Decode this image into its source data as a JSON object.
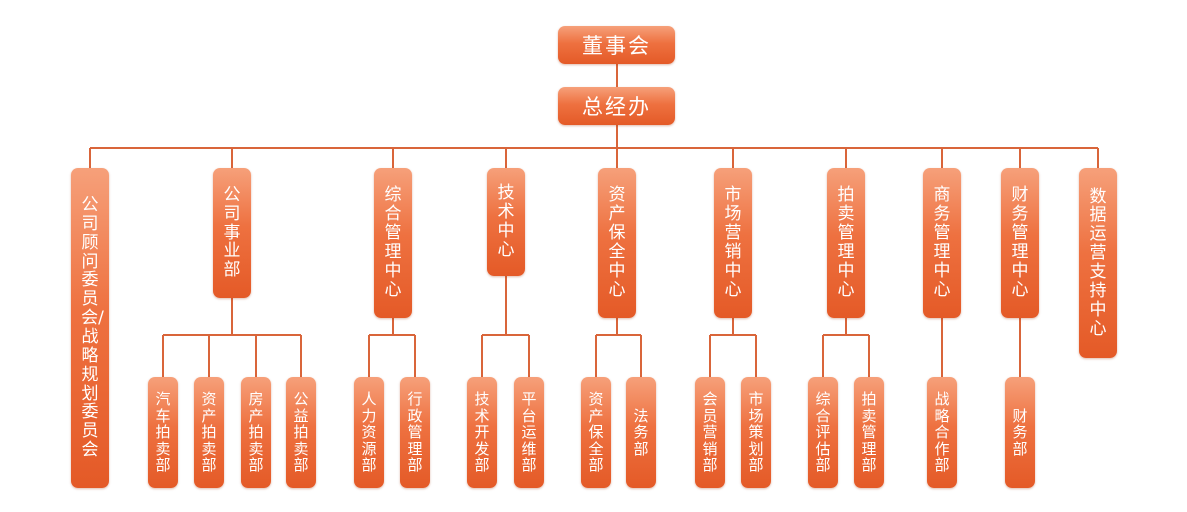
{
  "root": "董事会",
  "gm": "总经办",
  "line_color": "#d9653a",
  "node_color": "#ee7140",
  "departments": [
    {
      "id": "advisory",
      "label": "公司顾问委员会/战略规划委员会",
      "children": []
    },
    {
      "id": "business",
      "label": "公司事业部",
      "children": [
        {
          "id": "auto-auction",
          "label": "汽车拍卖部"
        },
        {
          "id": "asset-auction",
          "label": "资产拍卖部"
        },
        {
          "id": "property-auction",
          "label": "房产拍卖部"
        },
        {
          "id": "public-auction",
          "label": "公益拍卖部"
        }
      ]
    },
    {
      "id": "admin-center",
      "label": "综合管理中心",
      "children": [
        {
          "id": "hr",
          "label": "人力资源部"
        },
        {
          "id": "admin",
          "label": "行政管理部"
        }
      ]
    },
    {
      "id": "tech-center",
      "label": "技术中心",
      "children": [
        {
          "id": "tech-dev",
          "label": "技术开发部"
        },
        {
          "id": "platform-ops",
          "label": "平台运维部"
        }
      ]
    },
    {
      "id": "asset-center",
      "label": "资产保全中心",
      "children": [
        {
          "id": "asset-preservation",
          "label": "资产保全部"
        },
        {
          "id": "legal",
          "label": "法务部"
        }
      ]
    },
    {
      "id": "marketing-center",
      "label": "市场营销中心",
      "children": [
        {
          "id": "member-marketing",
          "label": "会员营销部"
        },
        {
          "id": "market-planning",
          "label": "市场策划部"
        }
      ]
    },
    {
      "id": "auction-center",
      "label": "拍卖管理中心",
      "children": [
        {
          "id": "assessment",
          "label": "综合评估部"
        },
        {
          "id": "auction-mgmt",
          "label": "拍卖管理部"
        }
      ]
    },
    {
      "id": "commerce-center",
      "label": "商务管理中心",
      "children": [
        {
          "id": "strategic-coop",
          "label": "战略合作部"
        }
      ]
    },
    {
      "id": "finance-center",
      "label": "财务管理中心",
      "children": [
        {
          "id": "finance",
          "label": "财务部"
        }
      ]
    },
    {
      "id": "data-center",
      "label": "数据运营支持中心",
      "children": []
    }
  ]
}
